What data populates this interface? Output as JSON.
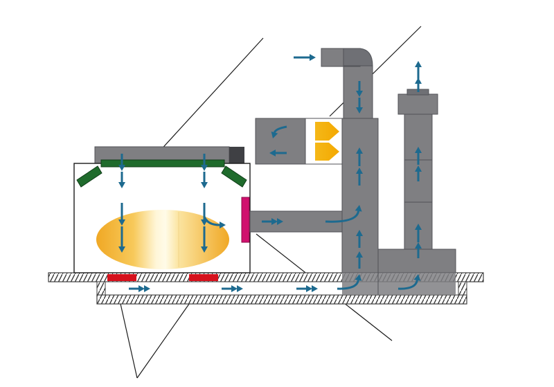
{
  "diagram": {
    "background": "#ffffff",
    "colors": {
      "duct": "#7f7f82",
      "duct_dark": "#5f6065",
      "duct_edge": "#505257",
      "floor_hatch": "#3c3c3c",
      "flow_arrow": "#1d6a8f",
      "filter_green": "#1f6b2c",
      "outlet_magenta": "#d0116e",
      "vent_red": "#d6121d",
      "heater_orange": "#f5b818",
      "light_core": "#fffbe8",
      "light_outer": "#f0a825",
      "leader_line": "#1a1a1a"
    },
    "components": [
      "spray-booth-cabin",
      "ceiling-filter-plenum",
      "supply-air-intake-duct",
      "burner-heater",
      "supply-fan-column",
      "exhaust-stack",
      "exhaust-outlet-grille",
      "floor-exhaust-grates",
      "underfloor-exhaust-channel",
      "vehicle-object-glow"
    ],
    "flow_icon": "arrow-icon"
  }
}
